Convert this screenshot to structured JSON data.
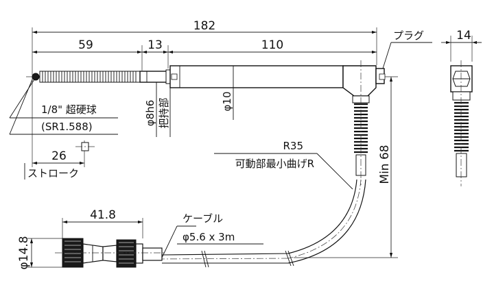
{
  "dimensions": {
    "total_length": "182",
    "probe_length": "59",
    "collar_length": "13",
    "body_length": "110",
    "plug_width": "14",
    "stroke": "26",
    "min_height": "Min 68",
    "connector_length": "41.8",
    "connector_diameter": "φ14.8"
  },
  "labels": {
    "plug": "プラグ",
    "ball": "1/8\" 超硬球",
    "ball_radius": "(SR1.588)",
    "grip_diameter": "φ8h6",
    "grip_part": "把持部",
    "body_diameter": "φ10",
    "stroke_label": "ストローク",
    "bend_radius": "R35",
    "min_bend": "可動部最小曲げR",
    "cable": "ケーブル",
    "cable_spec": "φ5.6 x 3m"
  }
}
